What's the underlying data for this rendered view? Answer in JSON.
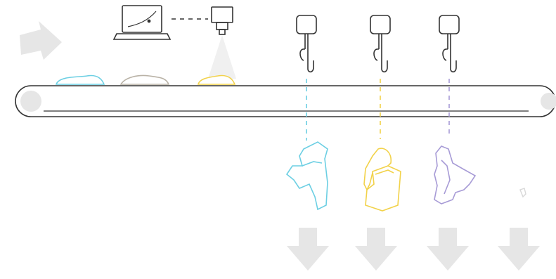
{
  "colors": {
    "line": "#333333",
    "arrow_fill": "#e6e6e6",
    "cyan": "#6ccfe3",
    "beige": "#b9b2a6",
    "yellow": "#f2d24a",
    "purple": "#a79bd6",
    "gray_piece": "#bdbdbd"
  },
  "icons": {
    "laptop": "laptop-icon",
    "camera": "camera-icon",
    "gripper": "robot-gripper-icon",
    "arrow": "arrow-icon"
  },
  "pieces_on_belt": [
    "cyan",
    "beige",
    "yellow"
  ],
  "sorted_outputs": [
    "cyan",
    "yellow",
    "purple"
  ],
  "sorting_stations": 3,
  "output_arrows": 4
}
